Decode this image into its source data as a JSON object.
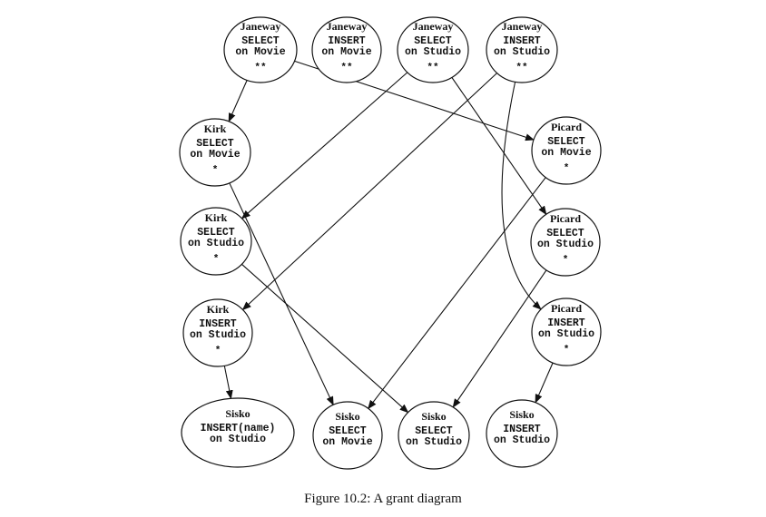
{
  "figure": {
    "caption": "Figure 10.2: A grant diagram"
  },
  "nodes": [
    {
      "id": "j1",
      "user": "Janeway",
      "lines": [
        "SELECT",
        "on Movie"
      ],
      "marks": "**"
    },
    {
      "id": "j2",
      "user": "Janeway",
      "lines": [
        "INSERT",
        "on Movie"
      ],
      "marks": "**"
    },
    {
      "id": "j3",
      "user": "Janeway",
      "lines": [
        "SELECT",
        "on Studio"
      ],
      "marks": "**"
    },
    {
      "id": "j4",
      "user": "Janeway",
      "lines": [
        "INSERT",
        "on Studio"
      ],
      "marks": "**"
    },
    {
      "id": "k1",
      "user": "Kirk",
      "lines": [
        "SELECT",
        "on Movie"
      ],
      "marks": "*"
    },
    {
      "id": "k2",
      "user": "Kirk",
      "lines": [
        "SELECT",
        "on Studio"
      ],
      "marks": "*"
    },
    {
      "id": "k3",
      "user": "Kirk",
      "lines": [
        "INSERT",
        "on Studio"
      ],
      "marks": "*"
    },
    {
      "id": "p1",
      "user": "Picard",
      "lines": [
        "SELECT",
        "on Movie"
      ],
      "marks": "*"
    },
    {
      "id": "p2",
      "user": "Picard",
      "lines": [
        "SELECT",
        "on Studio"
      ],
      "marks": "*"
    },
    {
      "id": "p3",
      "user": "Picard",
      "lines": [
        "INSERT",
        "on Studio"
      ],
      "marks": "*"
    },
    {
      "id": "s1",
      "user": "Sisko",
      "lines": [
        "INSERT(name)",
        "on Studio"
      ],
      "marks": ""
    },
    {
      "id": "s2",
      "user": "Sisko",
      "lines": [
        "SELECT",
        "on Movie"
      ],
      "marks": ""
    },
    {
      "id": "s3",
      "user": "Sisko",
      "lines": [
        "SELECT",
        "on Studio"
      ],
      "marks": ""
    },
    {
      "id": "s4",
      "user": "Sisko",
      "lines": [
        "INSERT",
        "on Studio"
      ],
      "marks": ""
    }
  ],
  "edges": [
    {
      "from": "j1",
      "to": "k1"
    },
    {
      "from": "j1",
      "to": "p1"
    },
    {
      "from": "j3",
      "to": "k2"
    },
    {
      "from": "j3",
      "to": "p2"
    },
    {
      "from": "j4",
      "to": "k3"
    },
    {
      "from": "j4",
      "to": "p3"
    },
    {
      "from": "k1",
      "to": "s2"
    },
    {
      "from": "k2",
      "to": "s3"
    },
    {
      "from": "k3",
      "to": "s1"
    },
    {
      "from": "p1",
      "to": "s2"
    },
    {
      "from": "p2",
      "to": "s3"
    },
    {
      "from": "p3",
      "to": "s4"
    }
  ]
}
